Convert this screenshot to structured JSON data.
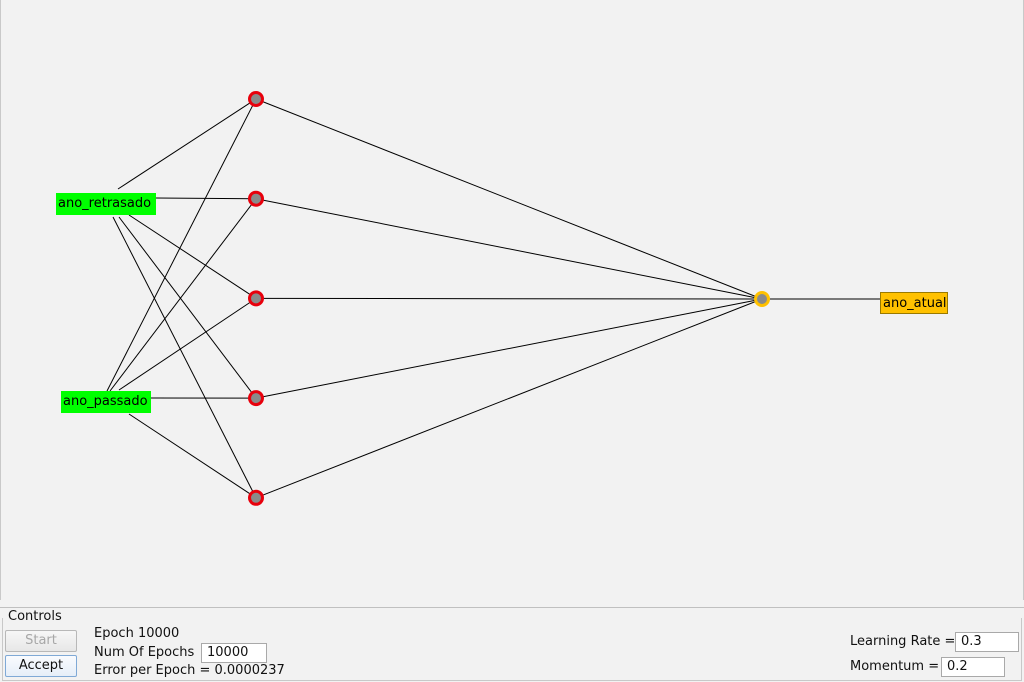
{
  "network": {
    "inputs": [
      {
        "label": "ano_retrasado",
        "color": "#00ff00"
      },
      {
        "label": "ano_passado",
        "color": "#00ff00"
      }
    ],
    "hidden_node_count": 5,
    "hidden_node_color": "#e8000c",
    "output_node_color": "#ffc100",
    "node_fill": "#8a8a8a",
    "output": {
      "label": "ano_atual",
      "color": "#ffc100"
    }
  },
  "controls": {
    "title": "Controls",
    "start_label": "Start",
    "accept_label": "Accept",
    "epoch_text": "Epoch 10000",
    "num_epochs_label": "Num Of Epochs",
    "num_epochs_value": "10000",
    "error_text": "Error per Epoch = 0.0000237",
    "learning_rate_label": "Learning Rate =",
    "learning_rate_value": "0.3",
    "momentum_label": "Momentum =",
    "momentum_value": "0.2"
  }
}
